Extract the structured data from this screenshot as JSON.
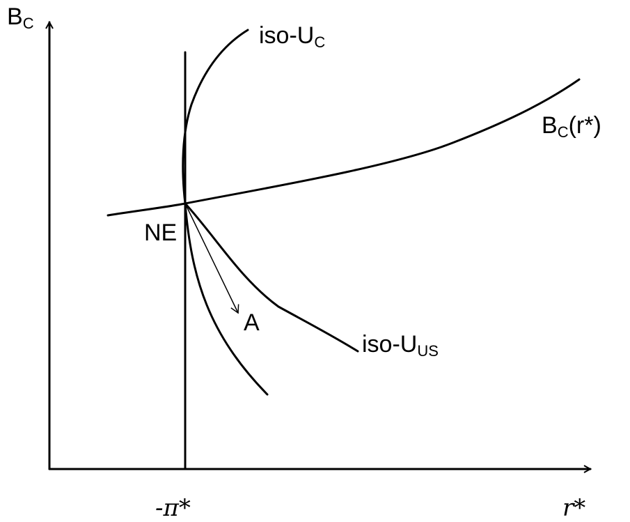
{
  "diagram": {
    "y_axis_label": {
      "main": "B",
      "sub": "C"
    },
    "x_axis_label": "r*",
    "x_tick_label": "-π*",
    "iso_uc_label": {
      "main": "iso-U",
      "sub": "C"
    },
    "bc_curve_label": {
      "main": "B",
      "sub": "C",
      "suffix": "(r*)"
    },
    "ne_label": "NE",
    "a_label": "A",
    "iso_uus_label": {
      "main": "iso-U",
      "sub": "US"
    }
  }
}
